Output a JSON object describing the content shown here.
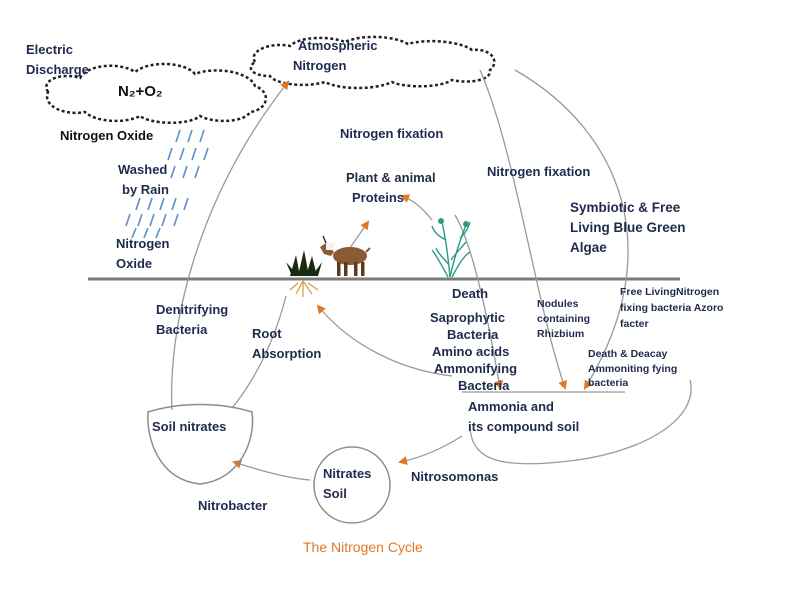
{
  "labels": {
    "electric_discharge_1": "Electric",
    "electric_discharge_2": "Discharge",
    "n2o2": "N₂+O₂",
    "atmospheric_1": "Atmospheric",
    "atmospheric_2": "Nitrogen",
    "nitrogen_oxide_top": "Nitrogen Oxide",
    "washed_1": "Washed",
    "washed_2": "by Rain",
    "nitrogen_oxide_low_1": "Nitrogen",
    "nitrogen_oxide_low_2": "Oxide",
    "fixation_center": "Nitrogen fixation",
    "fixation_right": "Nitrogen fixation",
    "plant_animal_1": "Plant & animal",
    "plant_animal_2": "Proteins",
    "symbiotic_1": "Symbiotic & Free",
    "symbiotic_2": "Living Blue Green",
    "symbiotic_3": "Algae",
    "death": "Death",
    "saprophytic_1": "Saprophytic",
    "saprophytic_2": "Bacteria",
    "saprophytic_3": "Amino acids",
    "saprophytic_4": "Ammonifying",
    "saprophytic_5": "Bacteria",
    "nodules_1": "Nodules",
    "nodules_2": "containing",
    "nodules_3": "Rhizbium",
    "freeliving_1": "Free LivingNitrogen",
    "freeliving_2": "fixing bacteria Azoro",
    "freeliving_3": "facter",
    "decay_1": "Death & Deacay",
    "decay_2": "Ammoniting fying",
    "decay_3": "bacteria",
    "denitrifying_1": "Denitrifying",
    "denitrifying_2": "Bacteria",
    "root_1": "Root",
    "root_2": "Absorption",
    "ammonia_1": "Ammonia and",
    "ammonia_2": "its compound soil",
    "soil_nitrates": "Soil nitrates",
    "nitrates_soil_1": "Nitrates",
    "nitrates_soil_2": "Soil",
    "nitrosomonas": "Nitrosomonas",
    "nitrobacter": "Nitrobacter",
    "title": "The Nitrogen Cycle"
  },
  "colors": {
    "text": "#1f2a4d",
    "arrow_head": "#e0782a",
    "line": "#9a9a9a",
    "rain": "#5b8fd0",
    "ground": "#7a7a7a",
    "title": "#e0782a"
  },
  "icons": [
    "cloud-icon",
    "rain-icon",
    "goat-icon",
    "grass-icon",
    "plant-icon",
    "roots-icon"
  ]
}
